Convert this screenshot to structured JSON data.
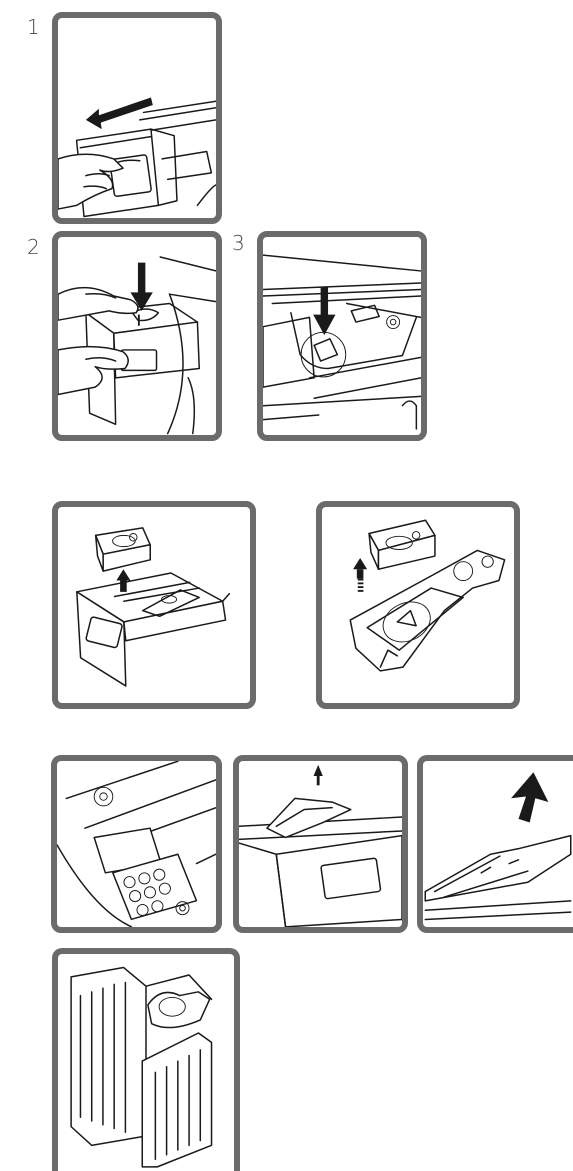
{
  "steps": {
    "step1": "1",
    "step2": "2",
    "step3": "3"
  },
  "colors": {
    "frame": "#6b6b6b",
    "ink": "#1a1a1a"
  }
}
